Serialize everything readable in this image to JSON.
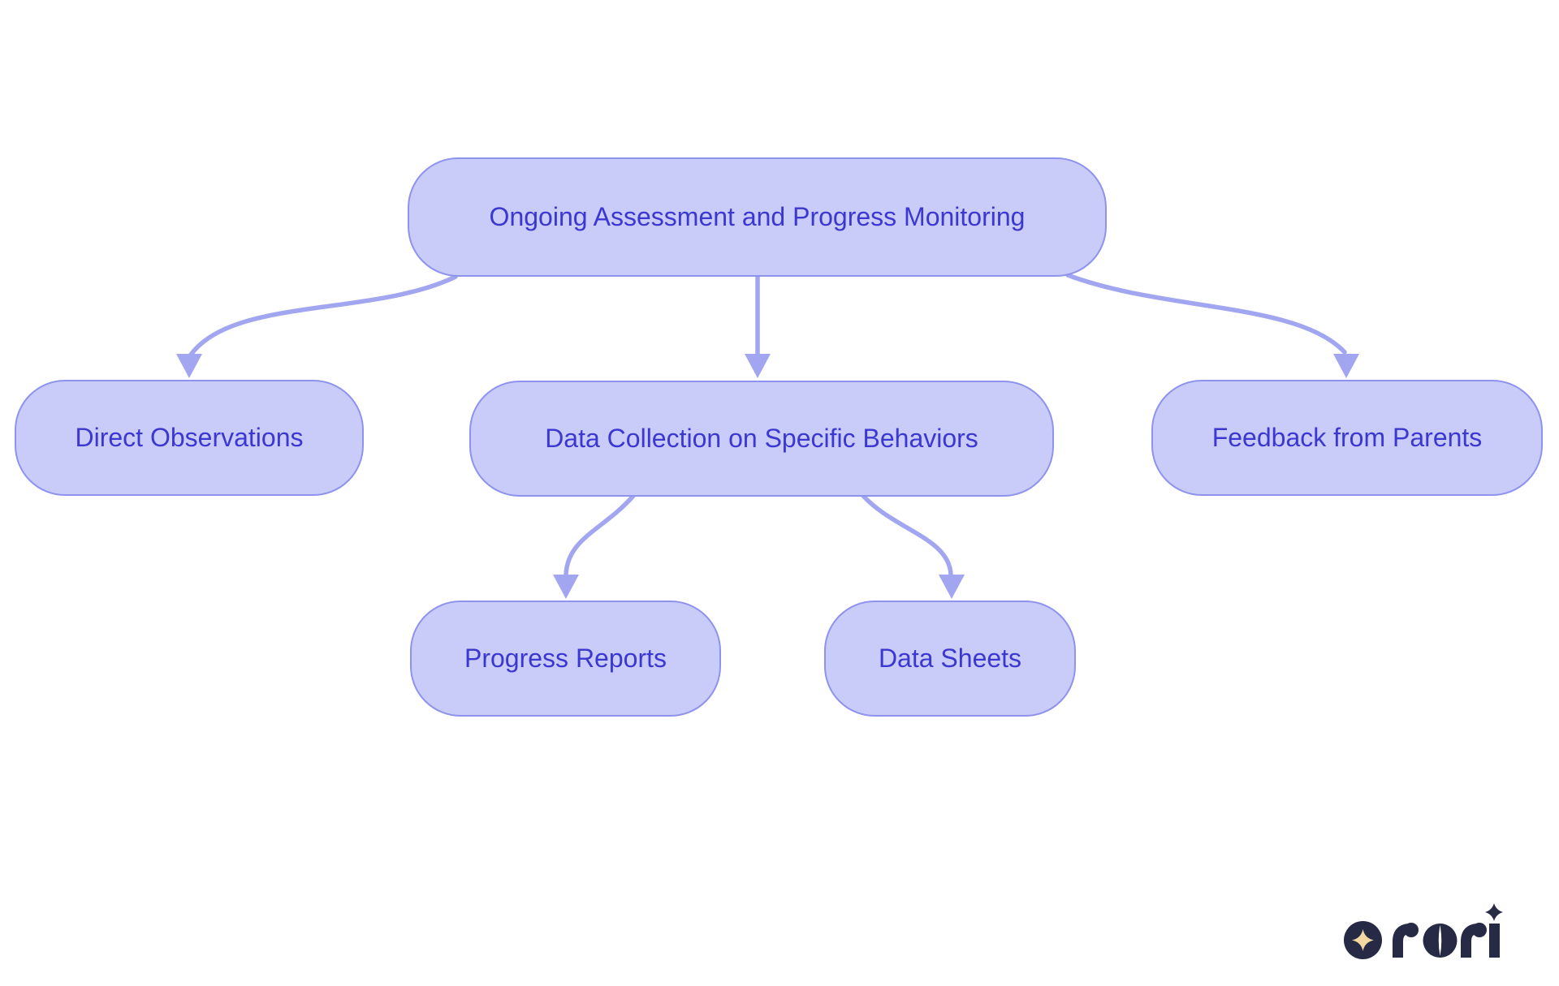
{
  "page": {
    "background": "#ffffff"
  },
  "diagram": {
    "type": "flowchart",
    "direction": "top-down",
    "colors": {
      "node_fill": "#c9cbf8",
      "node_border": "#8e93ee",
      "edge": "#a2a6f0",
      "text": "#3b38d1",
      "background": "#ffffff"
    },
    "nodes": [
      {
        "id": "root",
        "label": "Ongoing Assessment and Progress Monitoring"
      },
      {
        "id": "direct-observations",
        "label": "Direct Observations"
      },
      {
        "id": "data-collection",
        "label": "Data Collection on Specific Behaviors"
      },
      {
        "id": "feedback-parents",
        "label": "Feedback from Parents"
      },
      {
        "id": "progress-reports",
        "label": "Progress Reports"
      },
      {
        "id": "data-sheets",
        "label": "Data Sheets"
      }
    ],
    "edges": [
      {
        "from": "root",
        "to": "direct-observations"
      },
      {
        "from": "root",
        "to": "data-collection"
      },
      {
        "from": "root",
        "to": "feedback-parents"
      },
      {
        "from": "data-collection",
        "to": "progress-reports"
      },
      {
        "from": "data-collection",
        "to": "data-sheets"
      }
    ]
  },
  "branding": {
    "logo_text": "rori",
    "logo_navy": "#262a45",
    "logo_cream": "#f5d7a2"
  }
}
